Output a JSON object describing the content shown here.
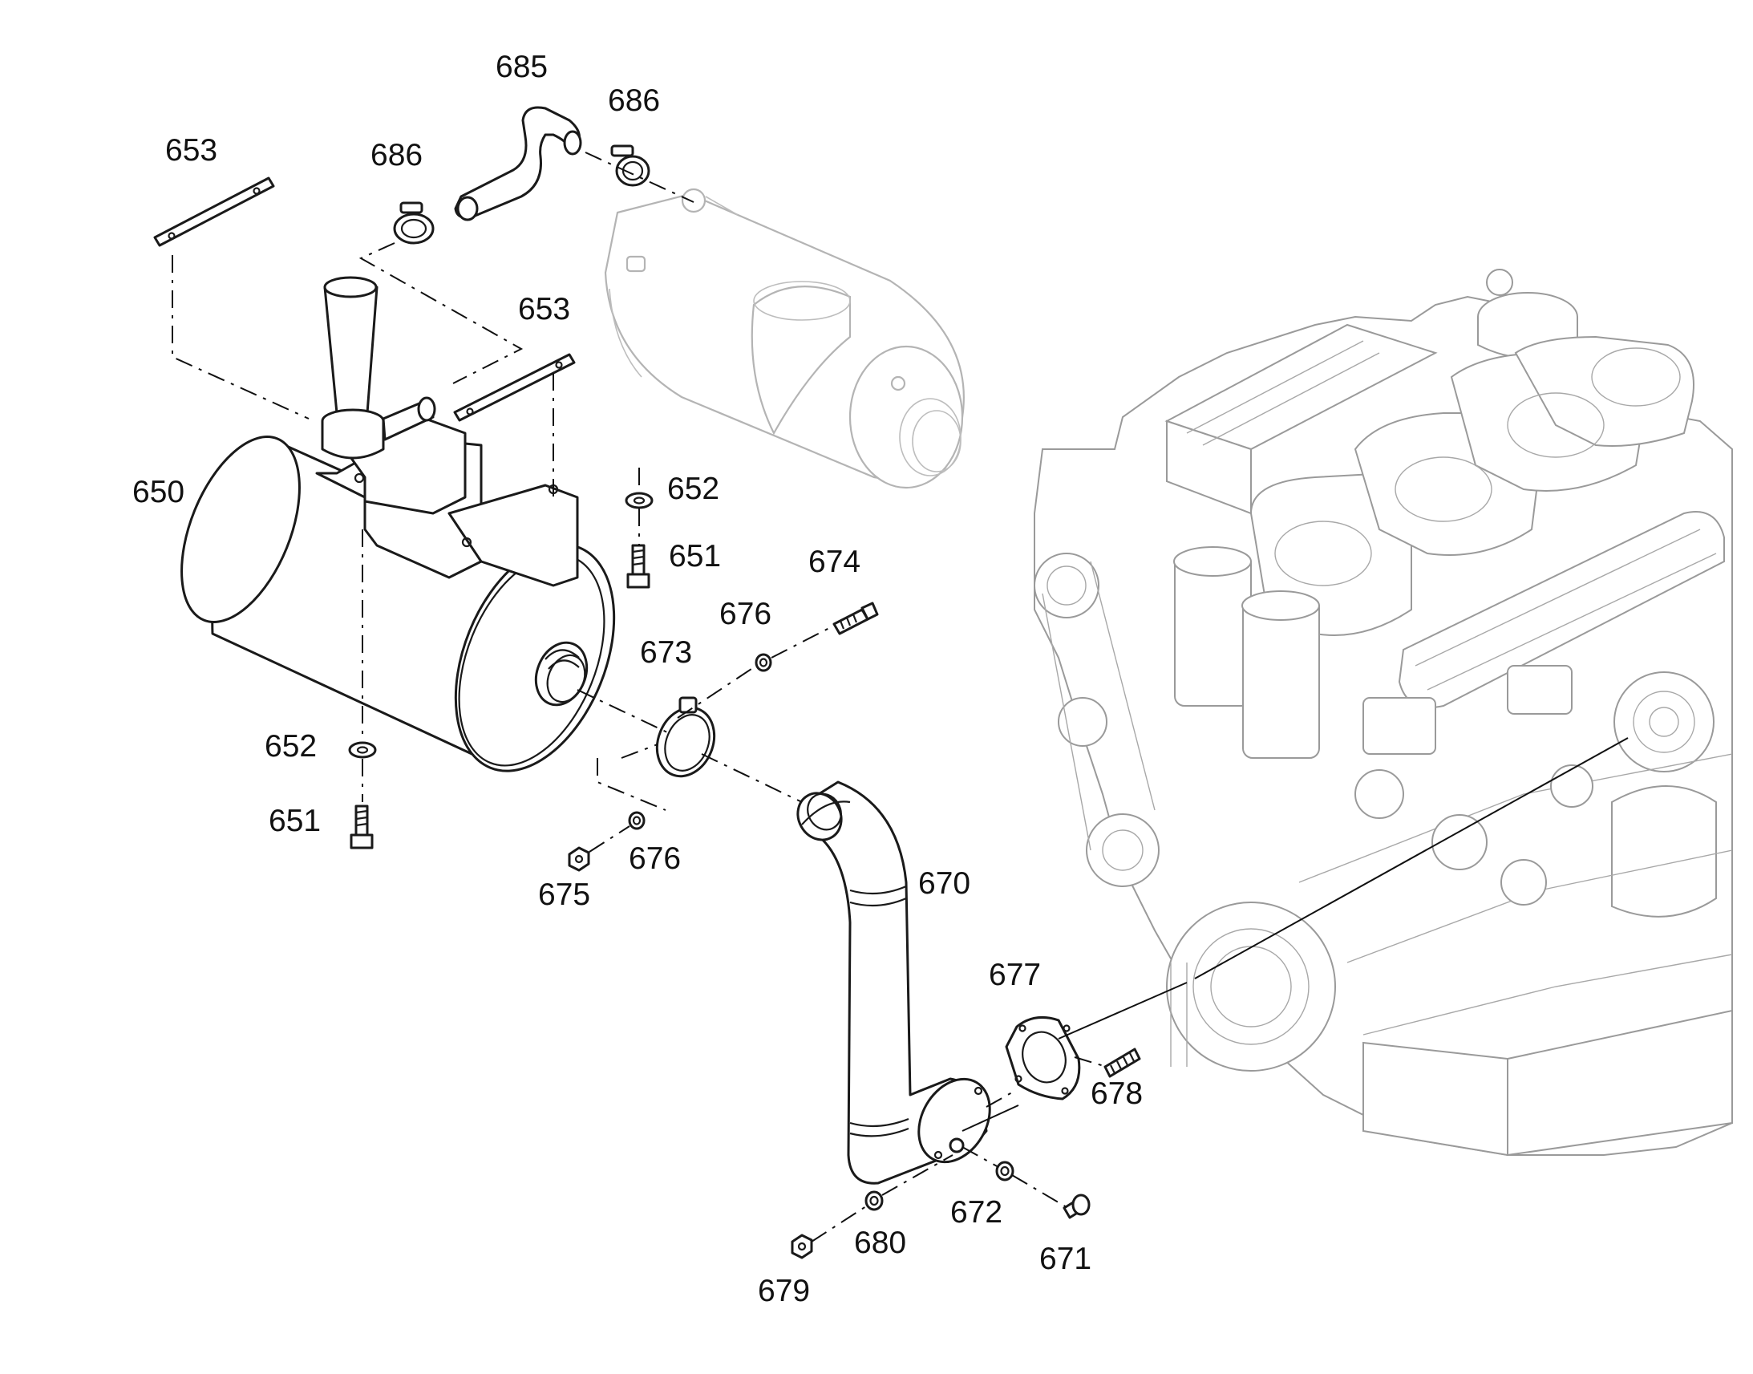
{
  "diagram": {
    "callouts": [
      {
        "id": "c685",
        "text": "685"
      },
      {
        "id": "c686a",
        "text": "686"
      },
      {
        "id": "c686b",
        "text": "686"
      },
      {
        "id": "c653a",
        "text": "653"
      },
      {
        "id": "c653b",
        "text": "653"
      },
      {
        "id": "c650",
        "text": "650"
      },
      {
        "id": "c652a",
        "text": "652"
      },
      {
        "id": "c651a",
        "text": "651"
      },
      {
        "id": "c674",
        "text": "674"
      },
      {
        "id": "c676a",
        "text": "676"
      },
      {
        "id": "c673",
        "text": "673"
      },
      {
        "id": "c652b",
        "text": "652"
      },
      {
        "id": "c651b",
        "text": "651"
      },
      {
        "id": "c675",
        "text": "675"
      },
      {
        "id": "c676b",
        "text": "676"
      },
      {
        "id": "c670",
        "text": "670"
      },
      {
        "id": "c677",
        "text": "677"
      },
      {
        "id": "c678",
        "text": "678"
      },
      {
        "id": "c672",
        "text": "672"
      },
      {
        "id": "c680",
        "text": "680"
      },
      {
        "id": "c671",
        "text": "671"
      },
      {
        "id": "c679",
        "text": "679"
      }
    ]
  }
}
